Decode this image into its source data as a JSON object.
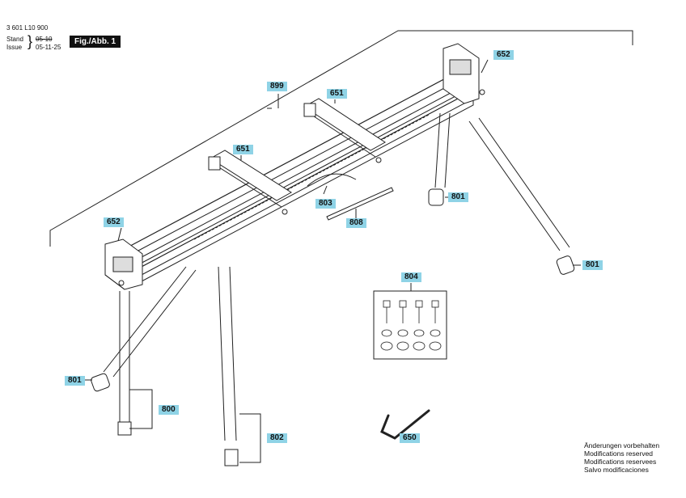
{
  "header": {
    "doc_number": "3 601 L10 900",
    "stand_label": "Stand",
    "stand_date": "05-10",
    "issue_label": "Issue",
    "issue_date": "05-11-25",
    "figure": "Fig./Abb. 1"
  },
  "callouts": {
    "c899": "899",
    "c651a": "651",
    "c651b": "651",
    "c652a": "652",
    "c652b": "652",
    "c801a": "801",
    "c801b": "801",
    "c801c": "801",
    "c803": "803",
    "c808": "808",
    "c804": "804",
    "c800": "800",
    "c802": "802",
    "c650": "650"
  },
  "notes": [
    "Änderungen vorbehalten",
    "Modifications reserved",
    "Modifications reservees",
    "Salvo modificaciones"
  ]
}
